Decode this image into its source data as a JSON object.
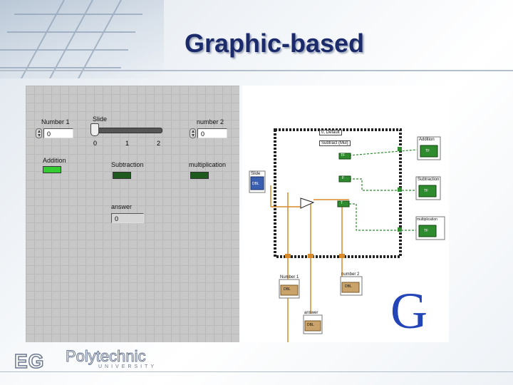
{
  "slide": {
    "title": "Graphic-based"
  },
  "front_panel": {
    "number1": {
      "label": "Number 1",
      "value": "0"
    },
    "slide": {
      "label": "Slide",
      "ticks": [
        "0",
        "1",
        "2"
      ],
      "value": 0
    },
    "number2": {
      "label": "number 2",
      "value": "0"
    },
    "addition": {
      "label": "Addition",
      "state": "on"
    },
    "subtraction": {
      "label": "Subtraction",
      "state": "off"
    },
    "multiplication": {
      "label": "multiplication",
      "state": "off"
    },
    "answer": {
      "label": "answer",
      "value": "0"
    }
  },
  "block_diagram": {
    "case_selector_label": "0, Default",
    "case_label": "Subtract (Mul)",
    "slide_terminal": "Slide",
    "slide_type": "DBL",
    "bool_constants": [
      "TF",
      "F",
      "T"
    ],
    "indicators": [
      "Addition",
      "Subtraction",
      "multiplication"
    ],
    "number1_terminal": "Number 1",
    "number2_terminal": "number 2",
    "answer_terminal": "answer",
    "numeric_type": "DBL",
    "bool_type": "TF"
  },
  "footer": {
    "logo_eg": "EG",
    "logo_poly": "Polytechnic",
    "logo_university": "UNIVERSITY",
    "corner_glyph": "G"
  },
  "colors": {
    "title": "#1b2a6b",
    "led_on": "#33cc33",
    "led_off": "#1e5a1e",
    "wire_orange": "#d98a2b",
    "wire_green": "#2e8b2e",
    "g_glyph": "#2345b8"
  }
}
